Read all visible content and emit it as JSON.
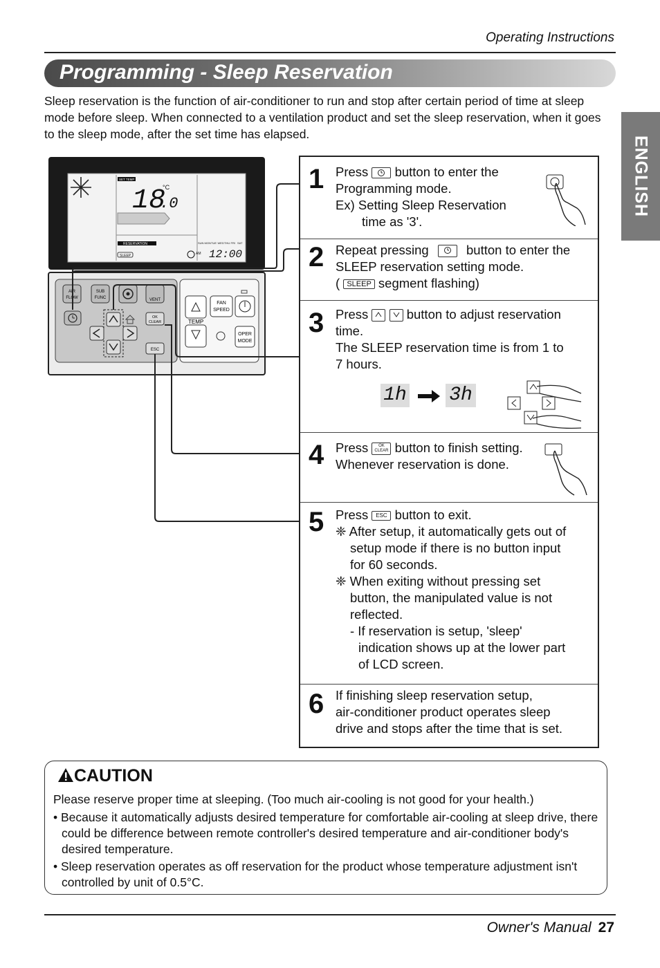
{
  "header": {
    "section": "Operating Instructions"
  },
  "title": "Programming - Sleep Reservation",
  "side_tab": "ENGLISH",
  "intro": "Sleep reservation is the function of air-conditioner to run and stop after certain period of time at sleep mode before sleep. When connected to a ventilation product and set the sleep reservation, when it goes to the sleep mode, after the set time has elapsed.",
  "remote": {
    "lcd_set_temp": "SET TEMP",
    "lcd_temp": "18",
    "lcd_temp_decimal": ".0",
    "lcd_unit": "°C",
    "lcd_reservation": "RESERVATION",
    "lcd_sleep": "SLEEP",
    "lcd_am": "AM",
    "lcd_time": "12:00",
    "lcd_days": [
      "SUN",
      "MON",
      "TUE",
      "WED",
      "THU",
      "FRI",
      "SAT"
    ],
    "btn_airflow_1": "AIR",
    "btn_airflow_2": "FLOW",
    "btn_subfunc_1": "SUB",
    "btn_subfunc_2": "FUNC",
    "btn_vent": "VENT",
    "btn_ok": "OK",
    "btn_clear": "CLEAR",
    "btn_esc": "ESC",
    "btn_fan_1": "FAN",
    "btn_fan_2": "SPEED",
    "btn_temp": "TEMP",
    "btn_oper_1": "OPER",
    "btn_oper_2": "MODE"
  },
  "steps": [
    {
      "num": "1",
      "l1a": "Press",
      "l1b": "button to enter the",
      "l2": "Programming mode.",
      "l3": "Ex) Setting Sleep Reservation",
      "l4": "time as '3'."
    },
    {
      "num": "2",
      "l1a": "Repeat pressing",
      "l1b": "button to enter the",
      "l2": "SLEEP reservation setting mode.",
      "l3a": "(",
      "l3_seg": "SLEEP",
      "l3b": "segment flashing)"
    },
    {
      "num": "3",
      "l1a": "Press",
      "l1b": "button to adjust reservation",
      "l2": "time.",
      "l3": "The SLEEP reservation time is from 1 to",
      "l4": "7 hours.",
      "from": "1h",
      "to": "3h"
    },
    {
      "num": "4",
      "l1a": "Press",
      "l1b": "button to finish setting.",
      "l2": "Whenever reservation is done."
    },
    {
      "num": "5",
      "l1a": "Press",
      "l1b": "button to exit.",
      "n1a": "❈ After setup, it automatically gets out of",
      "n1b": "setup mode if there is no button input",
      "n1c": "for 60 seconds.",
      "n2a": "❈ When exiting without pressing set",
      "n2b": "button, the manipulated value is not",
      "n2c": "reflected.",
      "n3a": "- If reservation is setup, 'sleep'",
      "n3b": "indication shows up at the lower part",
      "n3c": "of LCD screen."
    },
    {
      "num": "6",
      "l1": "If finishing sleep reservation setup,",
      "l2": "air-conditioner product operates sleep",
      "l3": "drive and stops after the time that is set."
    }
  ],
  "caution": {
    "title": "CAUTION",
    "line": "Please reserve proper time at sleeping. (Too much air-cooling is not good for your health.)",
    "bullet1": "• Because it automatically adjusts desired temperature for comfortable air-cooling at sleep drive, there could be difference between remote controller's desired temperature and air-conditioner body's desired temperature.",
    "bullet2": "• Sleep reservation operates as off reservation for the product whose temperature adjustment isn't controlled by unit of 0.5°C."
  },
  "footer": {
    "label": "Owner's Manual",
    "page": "27"
  },
  "colors": {
    "title_gradient_start": "#4a4a4a",
    "title_gradient_end": "#d8d8d8",
    "tab": "#7a7a7a",
    "lcd": "#f3f3f3",
    "panel": "#c8c8c8"
  }
}
